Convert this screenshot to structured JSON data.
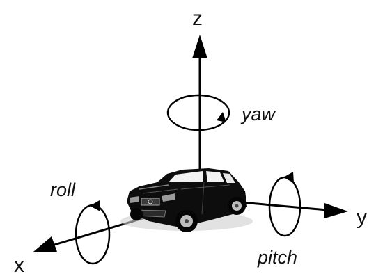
{
  "axes": {
    "x": {
      "label": "x"
    },
    "y": {
      "label": "y"
    },
    "z": {
      "label": "z"
    }
  },
  "rotations": {
    "yaw": {
      "label": "yaw"
    },
    "roll": {
      "label": "roll"
    },
    "pitch": {
      "label": "pitch"
    }
  },
  "colors": {
    "stroke": "#000000",
    "text": "#111111",
    "background": "#ffffff"
  },
  "icons": {
    "vehicle": "suv-car-icon"
  }
}
